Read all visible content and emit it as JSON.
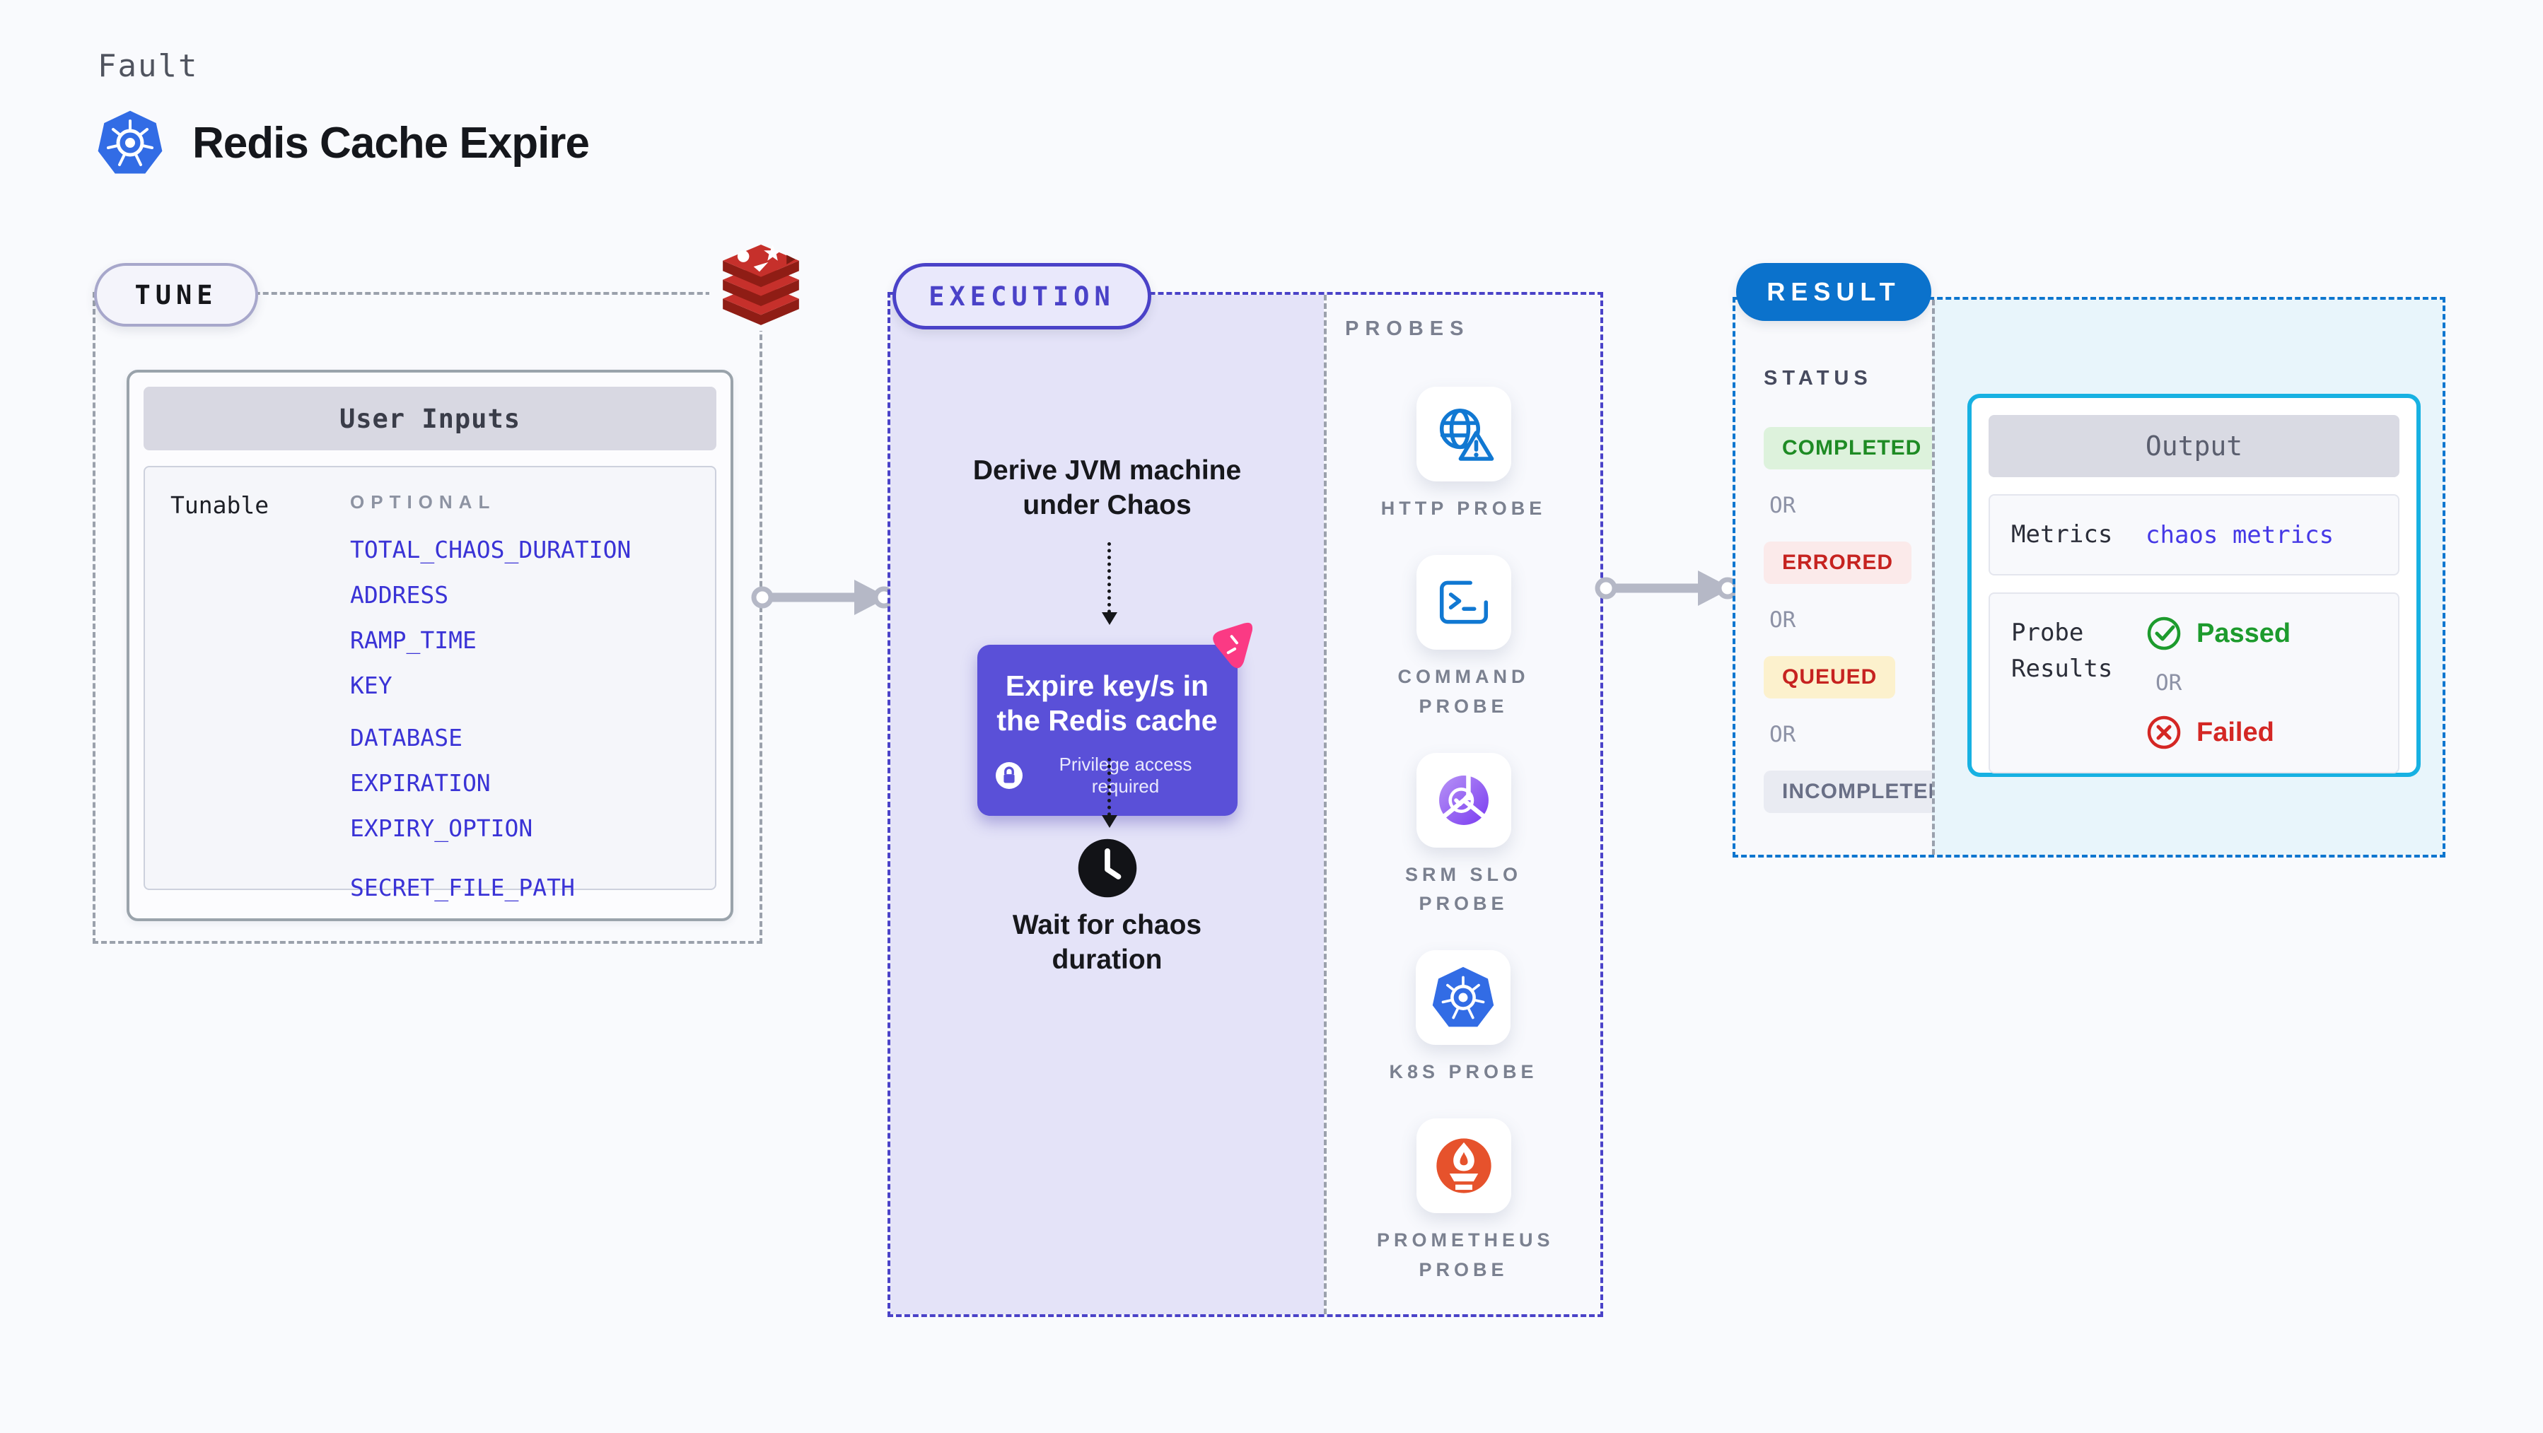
{
  "page": {
    "label": "Fault",
    "title": "Redis Cache Expire"
  },
  "tune": {
    "badge": "TUNE",
    "panel_title": "User Inputs",
    "group_label": "Tunable",
    "optional_label": "OPTIONAL",
    "inputs": [
      "TOTAL_CHAOS_DURATION",
      "ADDRESS",
      "RAMP_TIME",
      "KEY",
      "DATABASE",
      "EXPIRATION",
      "EXPIRY_OPTION",
      "SECRET_FILE_PATH"
    ]
  },
  "execution": {
    "badge": "EXECUTION",
    "step1": "Derive JVM machine under Chaos",
    "action": {
      "title": "Expire key/s in the Redis cache",
      "note": "Privilege access required"
    },
    "step3": "Wait for chaos duration"
  },
  "probes": {
    "label": "PROBES",
    "items": [
      {
        "label": "HTTP PROBE",
        "icon": "globe-alert-icon"
      },
      {
        "label": "COMMAND PROBE",
        "icon": "terminal-icon"
      },
      {
        "label": "SRM SLO PROBE",
        "icon": "slo-check-icon"
      },
      {
        "label": "K8S PROBE",
        "icon": "kubernetes-icon"
      },
      {
        "label": "PROMETHEUS PROBE",
        "icon": "prometheus-icon"
      }
    ]
  },
  "result": {
    "badge": "RESULT",
    "status_label": "STATUS",
    "or_label": "OR",
    "statuses": [
      {
        "label": "COMPLETED",
        "type": "completed"
      },
      {
        "label": "ERRORED",
        "type": "errored"
      },
      {
        "label": "QUEUED",
        "type": "queued"
      },
      {
        "label": "INCOMPLETED",
        "type": "incompleted"
      }
    ],
    "output": {
      "title": "Output",
      "metrics_label": "Metrics",
      "metrics_value": "chaos metrics",
      "probe_results_label": "Probe Results",
      "passed": "Passed",
      "failed": "Failed"
    }
  },
  "colors": {
    "indigo_accent": "#4a42c8",
    "action_purple": "#5a50d8",
    "result_blue": "#0b72cc",
    "output_cyan": "#17b1e2",
    "litmus_pink": "#fb3a84",
    "env_link_blue": "#3a33d6",
    "success_green": "#1e8b24",
    "error_red": "#c62320",
    "queued_yellow_bg": "#fcf1cd"
  }
}
